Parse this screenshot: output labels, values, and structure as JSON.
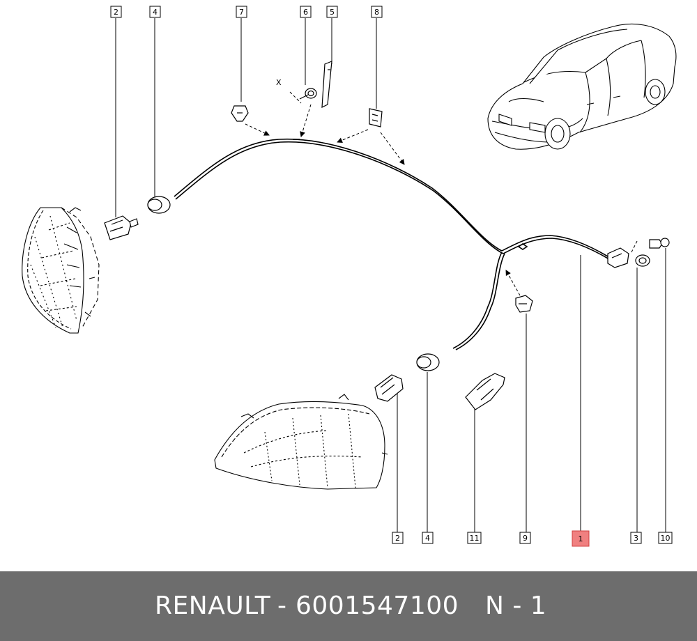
{
  "callouts": [
    {
      "id": "top-2",
      "label": "2",
      "highlighted": false
    },
    {
      "id": "top-4",
      "label": "4",
      "highlighted": false
    },
    {
      "id": "top-7",
      "label": "7",
      "highlighted": false
    },
    {
      "id": "top-6",
      "label": "6",
      "highlighted": false
    },
    {
      "id": "top-5",
      "label": "5",
      "highlighted": false
    },
    {
      "id": "top-8",
      "label": "8",
      "highlighted": false
    },
    {
      "id": "bot-2",
      "label": "2",
      "highlighted": false
    },
    {
      "id": "bot-4",
      "label": "4",
      "highlighted": false
    },
    {
      "id": "bot-11",
      "label": "11",
      "highlighted": false
    },
    {
      "id": "bot-9",
      "label": "9",
      "highlighted": false
    },
    {
      "id": "bot-1",
      "label": "1",
      "highlighted": true
    },
    {
      "id": "bot-3",
      "label": "3",
      "highlighted": false
    },
    {
      "id": "bot-10",
      "label": "10",
      "highlighted": false
    }
  ],
  "detail_mark": "X",
  "highlight_color": "#f08080",
  "footer": {
    "brand": "RENAULT",
    "separator": "-",
    "part_number": "6001547100",
    "position": "N - 1",
    "background": "#6d6d6d",
    "text_color": "#ffffff"
  }
}
